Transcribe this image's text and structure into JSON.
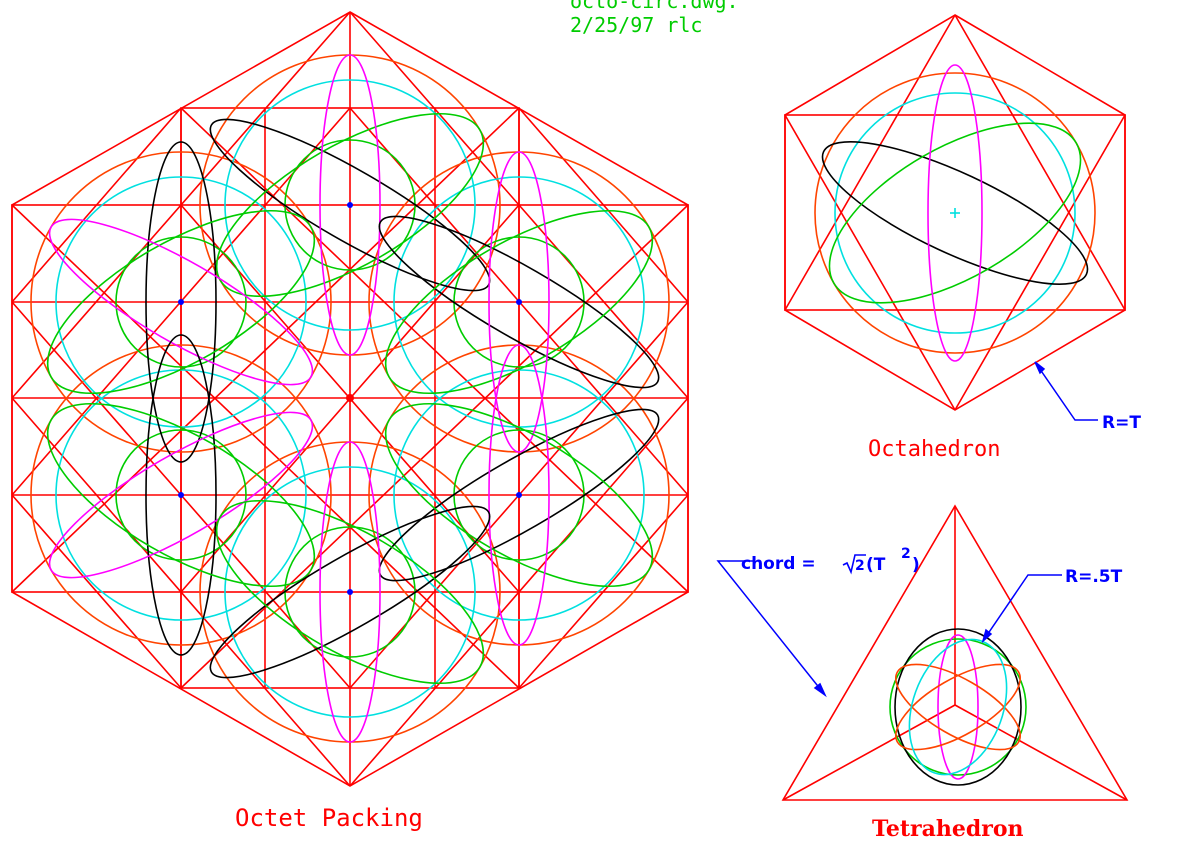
{
  "header": {
    "title": "octo-circ.dwg.",
    "date": "2/25/97 rlc"
  },
  "labels": {
    "octet_packing": "Octet Packing",
    "octahedron": "Octahedron",
    "tetrahedron": "Tetrahedron",
    "octahedron_radius": "R=T",
    "tetrahedron_radius": "R=.5T",
    "chord_prefix": "chord =",
    "chord_root": "2",
    "chord_body": "(T",
    "chord_exp": "2",
    "chord_close": ")"
  },
  "colors": {
    "frame": "#ff0000",
    "circle_a": "#ff4400",
    "circle_b": "#00e0e0",
    "circle_c": "#00cc00",
    "circle_d": "#ff00ff",
    "circle_e": "#000000",
    "annotation": "#0000ff",
    "header_text": "#00cc00",
    "title_text": "#ff0000"
  }
}
